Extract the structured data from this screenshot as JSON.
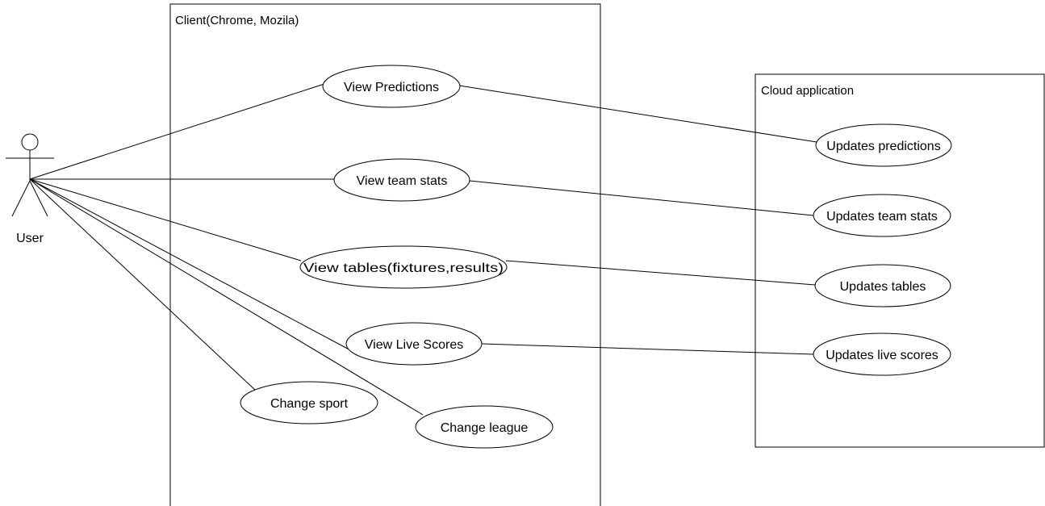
{
  "actor": {
    "label": "User"
  },
  "boundaries": {
    "client": {
      "label": "Client(Chrome, Mozila)"
    },
    "cloud": {
      "label": "Cloud application"
    }
  },
  "usecases": {
    "view_predictions": "View Predictions",
    "view_team_stats": "View team stats",
    "view_tables": "View tables(fixtures,results)",
    "view_live_scores": "View Live Scores",
    "change_sport": "Change sport",
    "change_league": "Change league",
    "updates_predictions": "Updates predictions",
    "updates_team_stats": "Updates team stats",
    "updates_tables": "Updates tables",
    "updates_live_scores": "Updates live scores"
  },
  "connections": [
    [
      "user",
      "view_predictions"
    ],
    [
      "user",
      "view_team_stats"
    ],
    [
      "user",
      "view_tables"
    ],
    [
      "user",
      "view_live_scores"
    ],
    [
      "user",
      "change_sport"
    ],
    [
      "user",
      "change_league"
    ],
    [
      "view_predictions",
      "updates_predictions"
    ],
    [
      "view_team_stats",
      "updates_team_stats"
    ],
    [
      "view_tables",
      "updates_tables"
    ],
    [
      "view_live_scores",
      "updates_live_scores"
    ]
  ]
}
